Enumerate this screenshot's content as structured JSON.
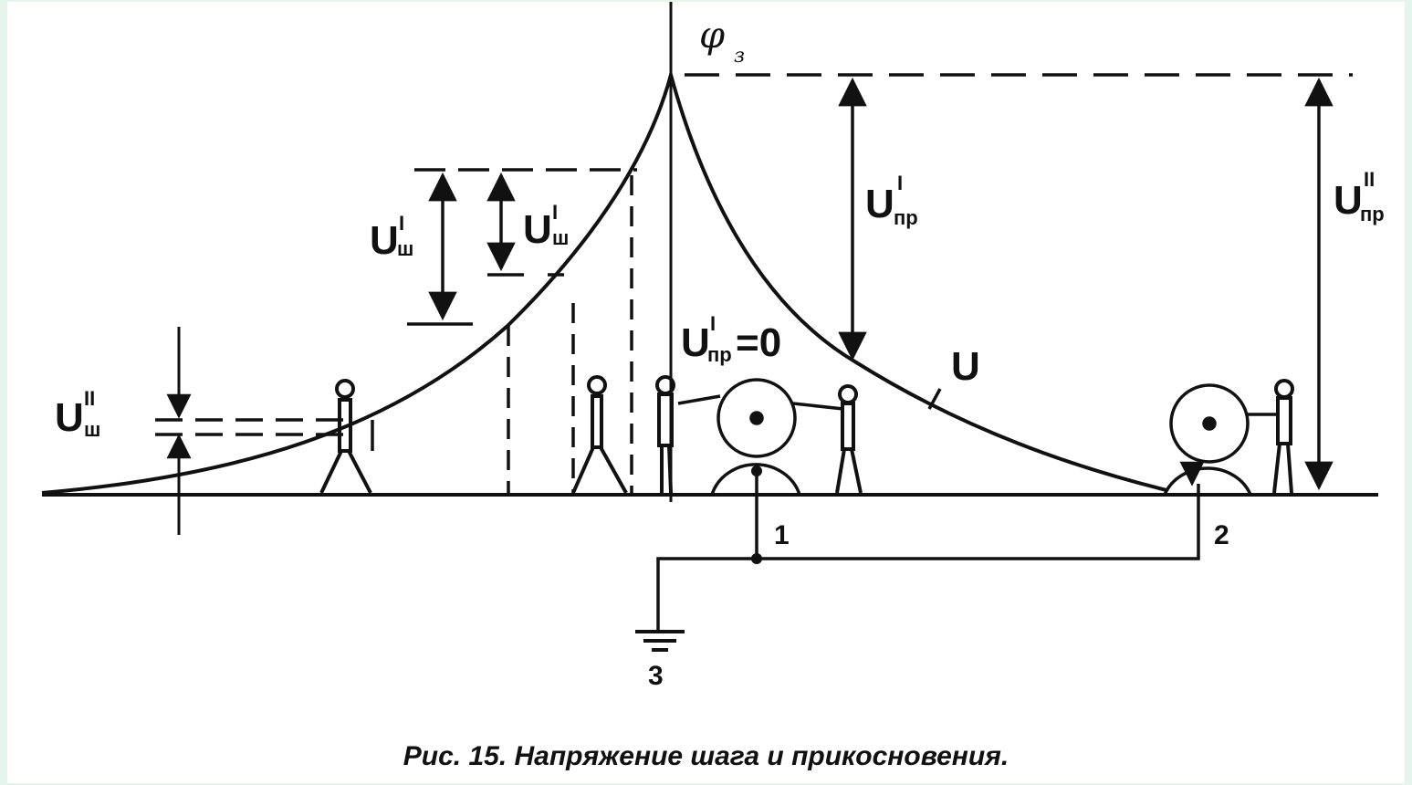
{
  "figure": {
    "caption": "Рис. 15. Напряжение шага и прикосновения.",
    "phi_symbol": "φ",
    "phi_sub": "з",
    "label_u": "U",
    "u_main": "U",
    "sup_one": "I",
    "sup_two": "II",
    "sub_step": "ш",
    "sub_touch": "пр",
    "zero_touch_suffix": "=0",
    "electrode_1": "1",
    "electrode_2": "2",
    "ground_3": "3"
  },
  "colors": {
    "page_background": "#e6f5ec",
    "canvas": "#ffffff",
    "ink": "#111111"
  }
}
